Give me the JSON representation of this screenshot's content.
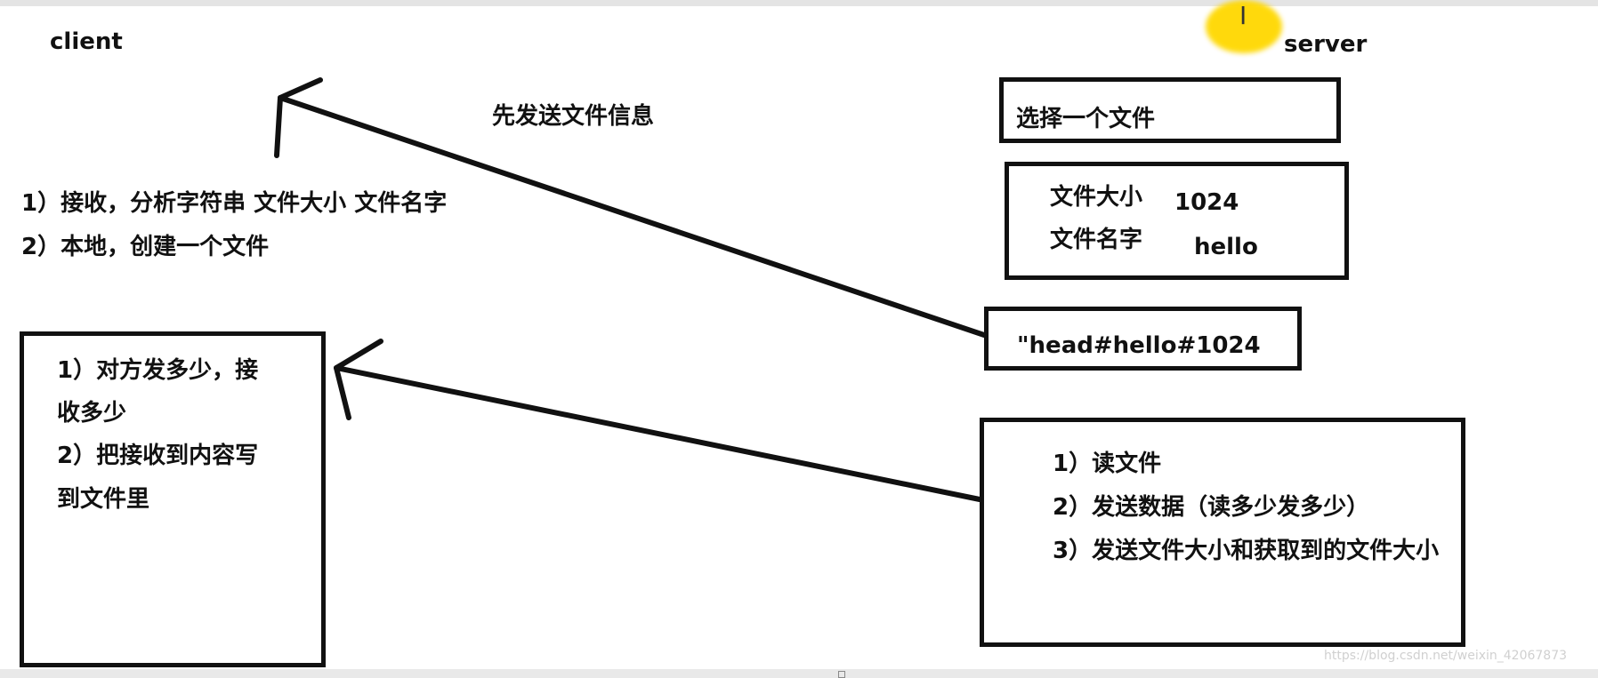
{
  "labels": {
    "client": "client",
    "server": "server",
    "send_info": "先发送文件信息"
  },
  "client_steps": [
    "1）接收，分析字符串  文件大小 文件名字",
    "2）本地，创建一个文件"
  ],
  "client_box": [
    "1）对方发多少，接",
    "收多少",
    "2）把接收到内容写",
    "到文件里"
  ],
  "server_select": "选择一个文件",
  "file_info": {
    "size_label": "文件大小",
    "size_value": "1024",
    "name_label": "文件名字",
    "name_value": "hello"
  },
  "head_string": "\"head#hello#1024",
  "server_steps": [
    "1）读文件",
    "2）发送数据（读多少发多少）",
    "3）发送文件大小和获取到的文件大小"
  ],
  "watermark": "https://blog.csdn.net/weixin_42067873",
  "cursor_icon": "text-cursor-icon"
}
